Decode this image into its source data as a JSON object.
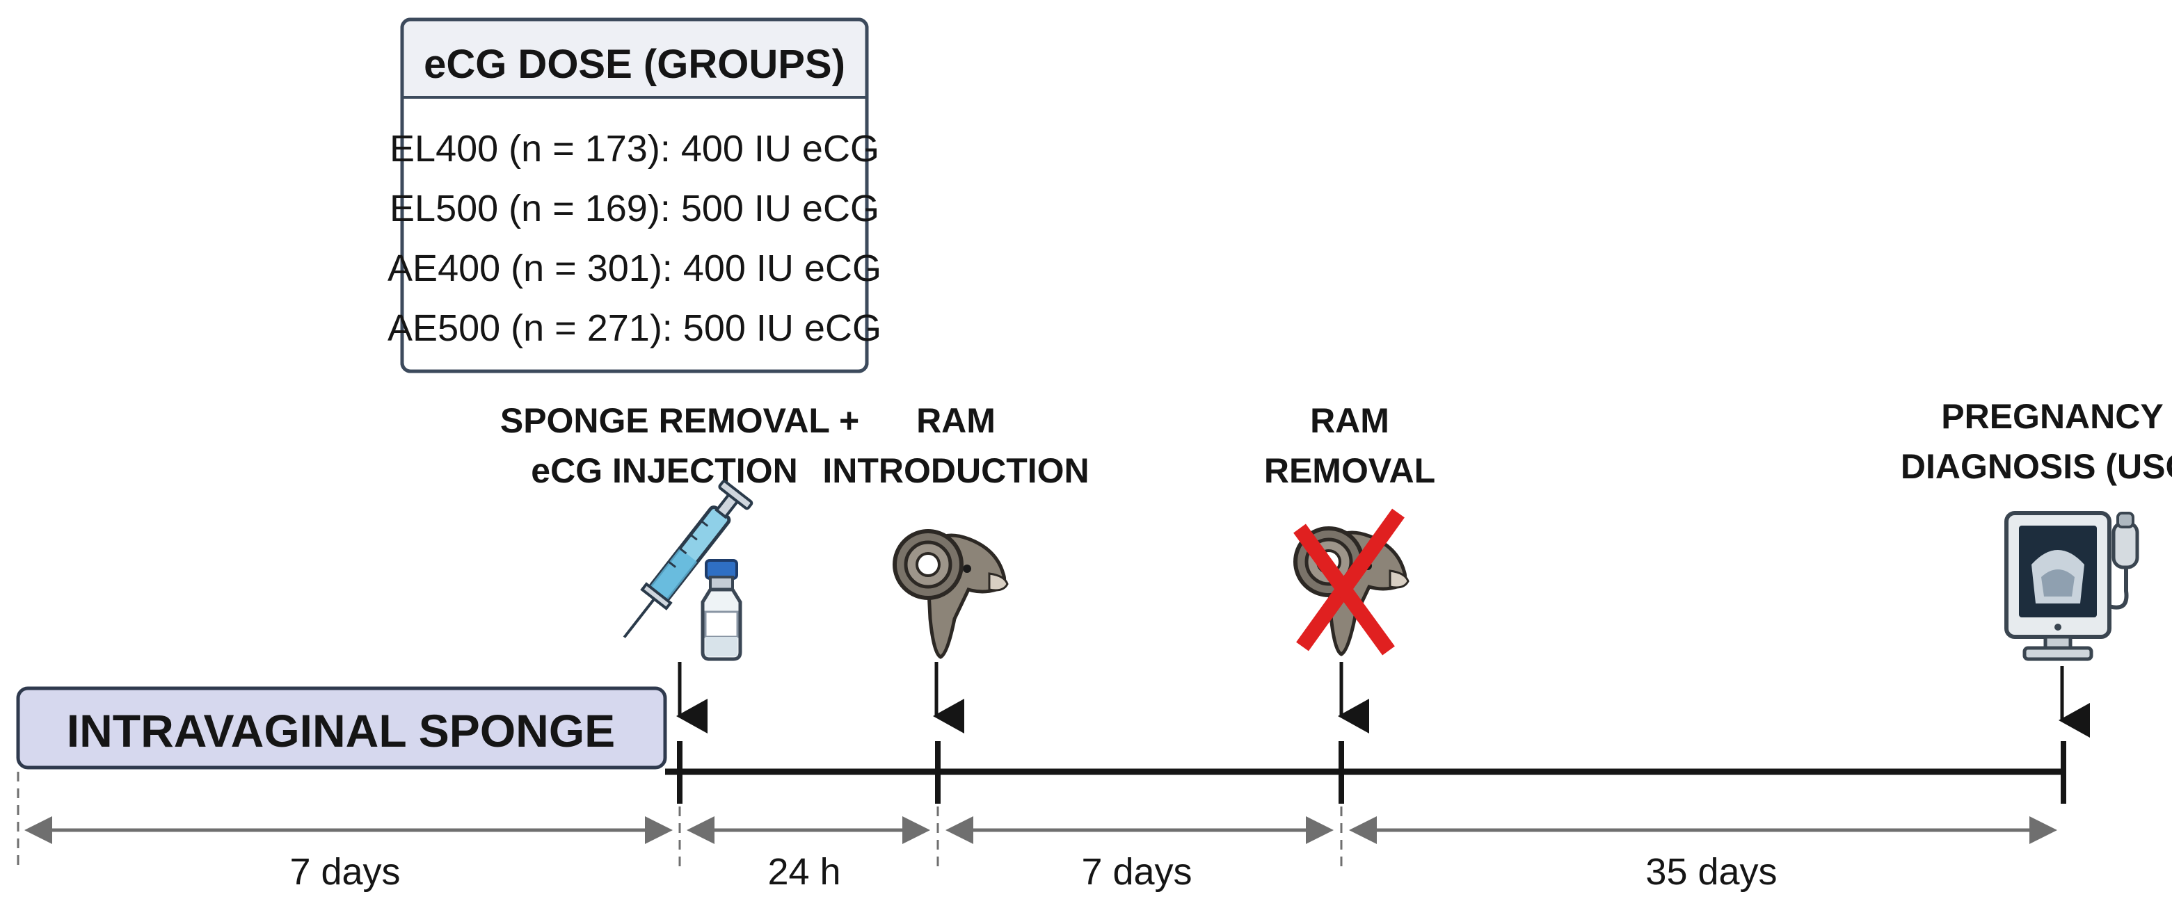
{
  "dose_box": {
    "title": "eCG DOSE (GROUPS)",
    "groups": [
      "EL400 (n = 173): 400 IU eCG",
      "EL500 (n = 169): 500 IU eCG",
      "AE400 (n = 301): 400 IU eCG",
      "AE500 (n = 271): 500 IU eCG"
    ]
  },
  "sponge_bar": {
    "label": "INTRAVAGINAL SPONGE"
  },
  "events": [
    {
      "line1": "SPONGE REMOVAL +",
      "line2": "eCG INJECTION",
      "icon": "syringe-vial-icon"
    },
    {
      "line1": "RAM",
      "line2": "INTRODUCTION",
      "icon": "ram-icon"
    },
    {
      "line1": "RAM",
      "line2": "REMOVAL",
      "icon": "ram-crossed-icon"
    },
    {
      "line1": "PREGNANCY",
      "line2": "DIAGNOSIS (USG)",
      "icon": "ultrasound-icon"
    }
  ],
  "intervals": [
    "7 days",
    "24 h",
    "7 days",
    "35 days"
  ],
  "colors": {
    "box_border": "#3c4a5c",
    "box_header": "#eef0f5",
    "sponge_fill": "#d6d8ee",
    "sponge_border": "#2f3a4e",
    "axis": "#151515",
    "interval_arrow": "#6f6f6f",
    "cross": "#e02020"
  }
}
